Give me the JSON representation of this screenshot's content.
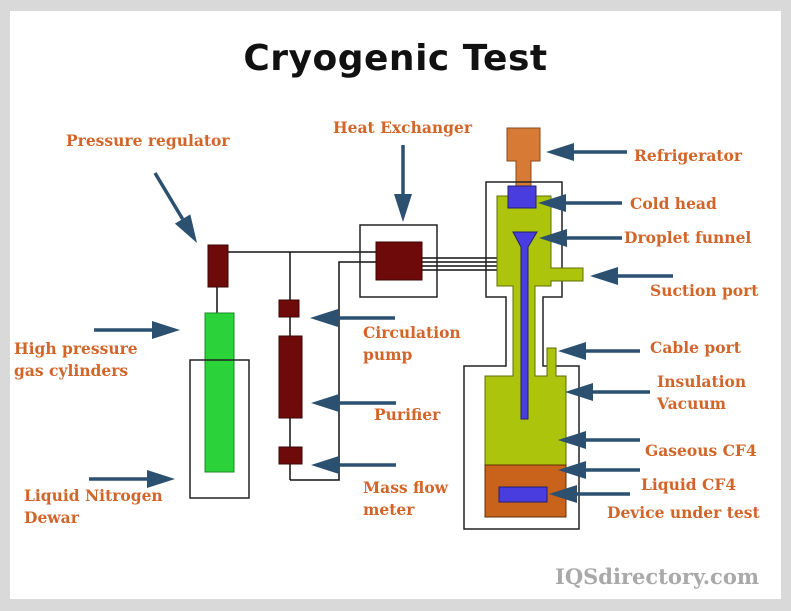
{
  "title": "Cryogenic Test",
  "watermark": "IQSdirectory.com",
  "colors": {
    "label": "#d2652a",
    "arrow": "#2c5070",
    "component_dark_red": "#6e0a0a",
    "cylinder_green": "#2bd23a",
    "cryostat_yellow_green": "#adc40c",
    "inner_blue": "#4a3de0",
    "refrigerator_orange": "#d67a35",
    "liquid_cf4_orange": "#c9621b"
  },
  "labels": {
    "pressure_regulator": "Pressure regulator",
    "heat_exchanger": "Heat Exchanger",
    "refrigerator": "Refrigerator",
    "cold_head": "Cold head",
    "droplet_funnel": "Droplet funnel",
    "suction_port": "Suction port",
    "high_pressure_line1": "High pressure",
    "high_pressure_line2": "gas cylinders",
    "circulation_line1": "Circulation",
    "circulation_line2": "pump",
    "cable_port": "Cable port",
    "insulation_line1": "Insulation",
    "insulation_line2": "Vacuum",
    "purifier": "Purifier",
    "gaseous_cf4": "Gaseous CF4",
    "liquid_cf4": "Liquid CF4",
    "device_under_test": "Device under test",
    "liquid_nitrogen_line1": "Liquid Nitrogen",
    "liquid_nitrogen_line2": "Dewar",
    "mass_flow_line1": "Mass flow",
    "mass_flow_line2": "meter"
  }
}
